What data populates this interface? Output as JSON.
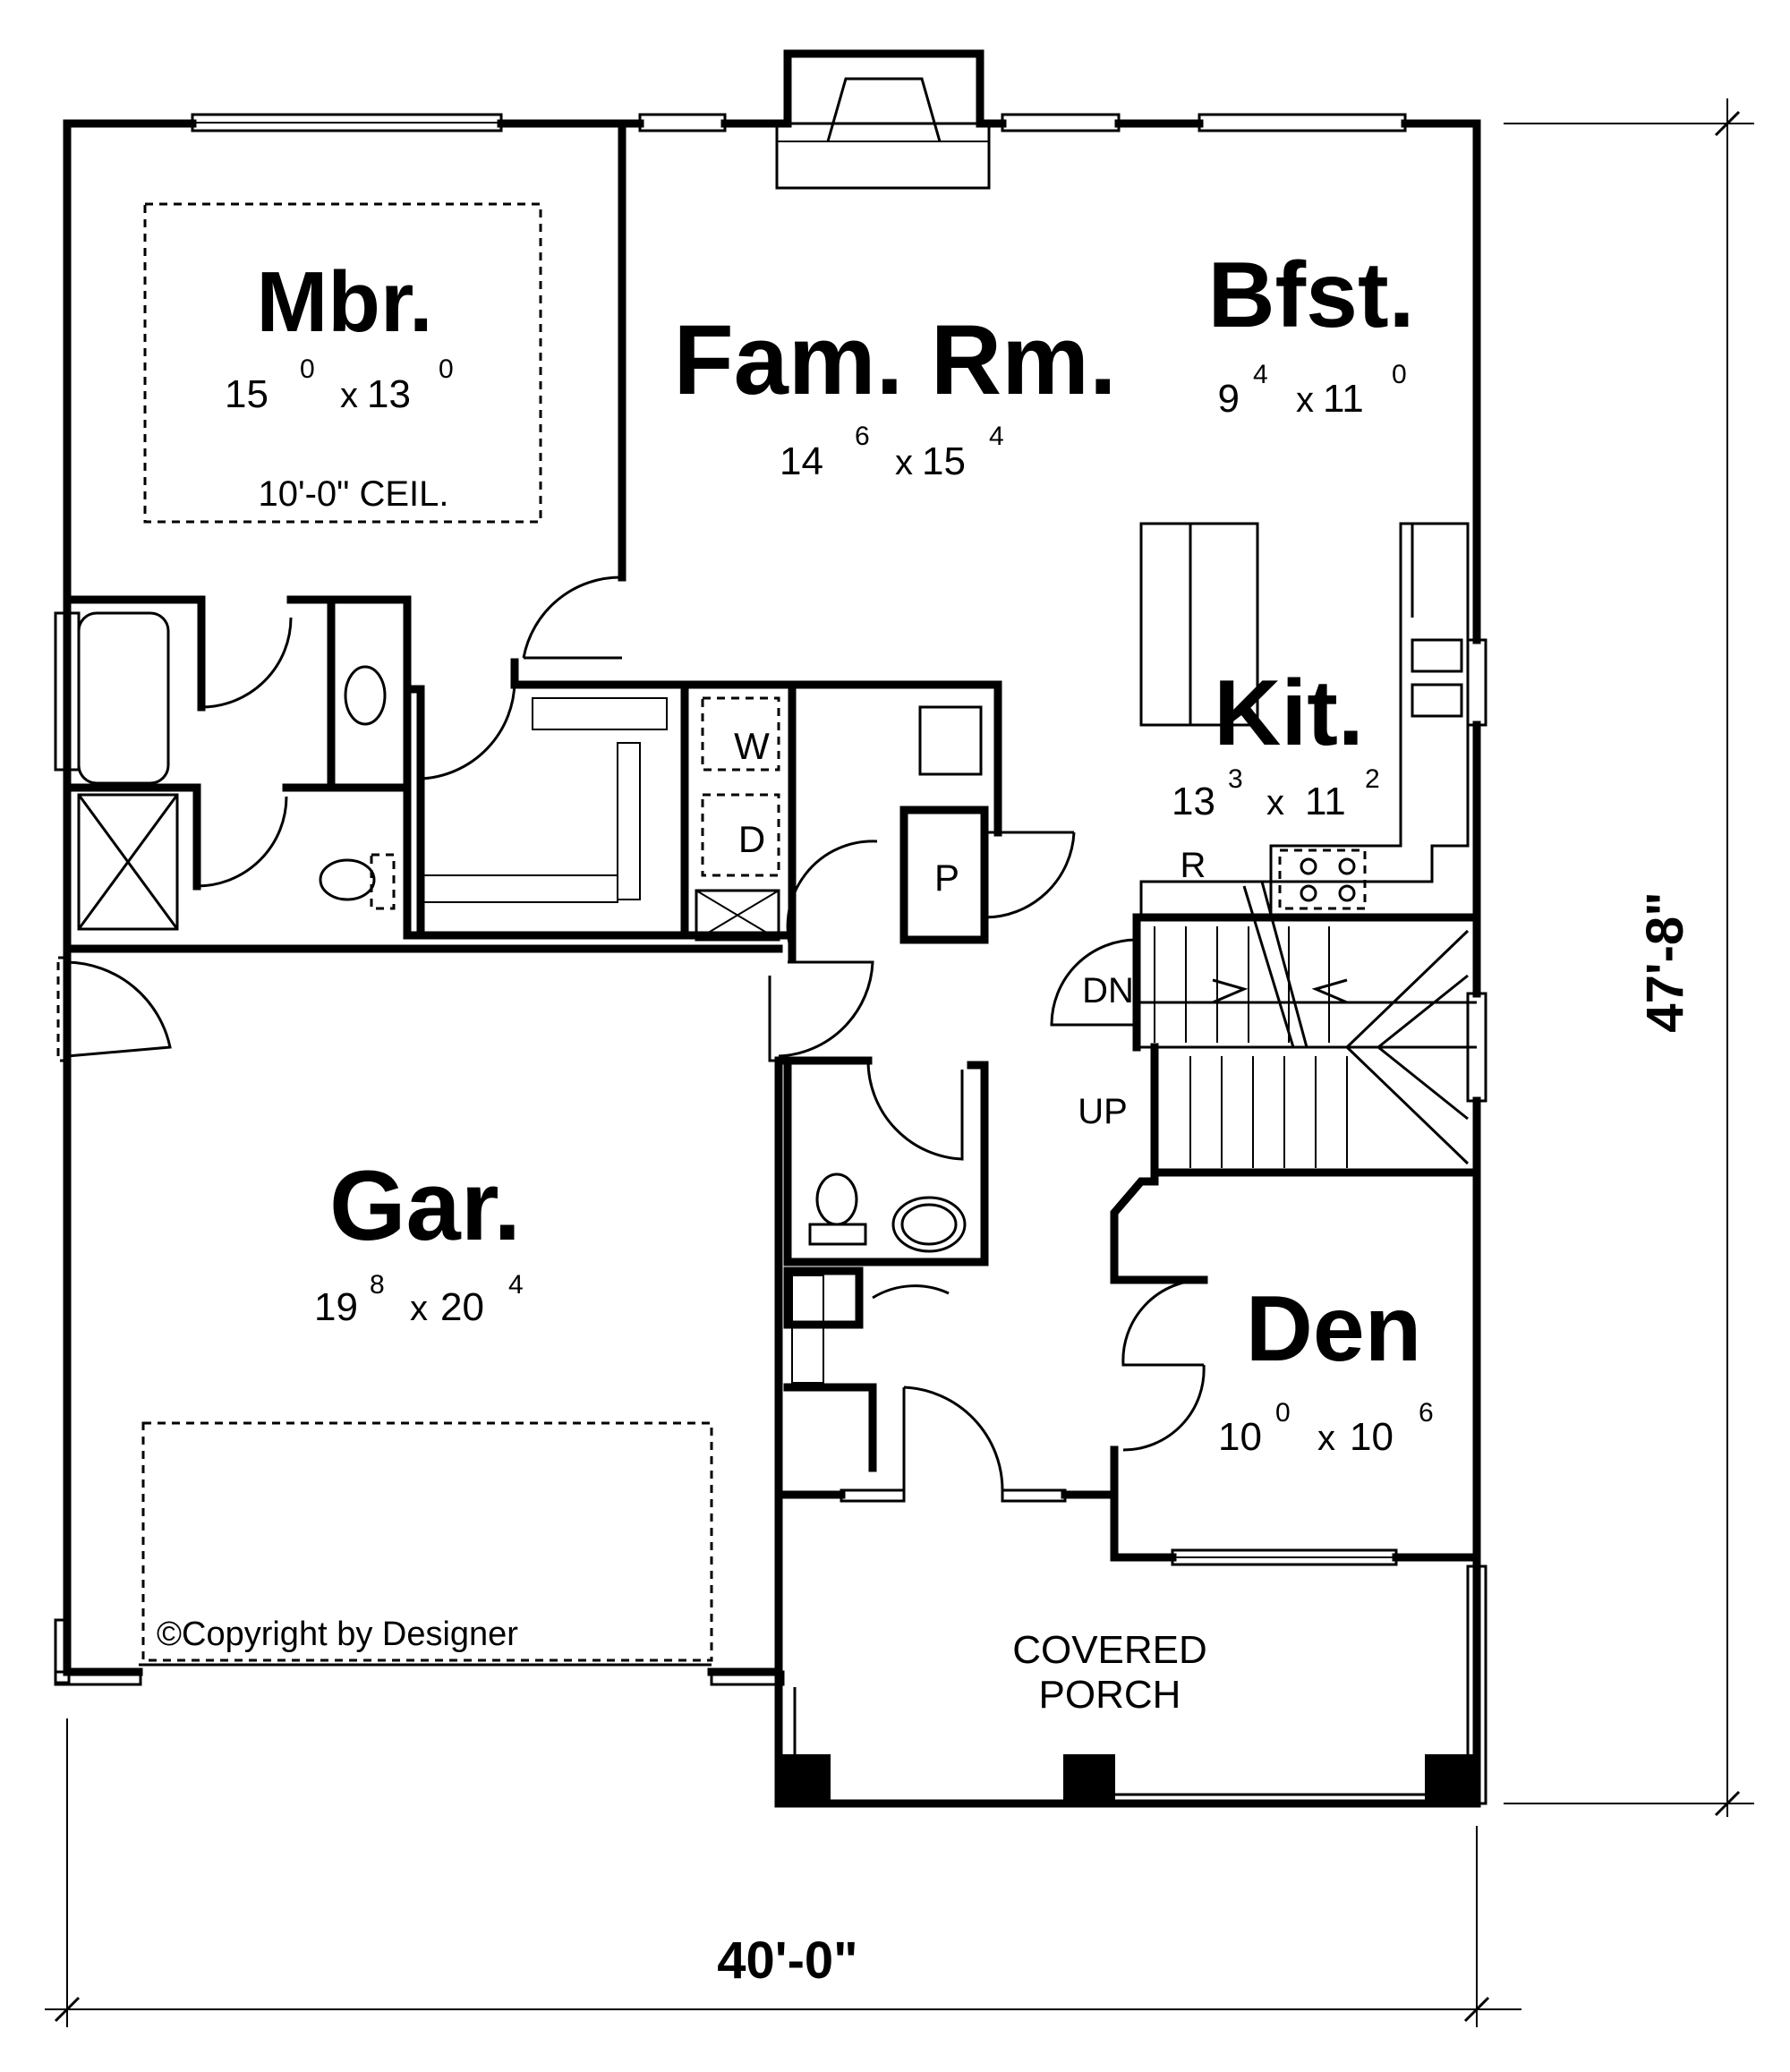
{
  "rooms": {
    "mbr": {
      "name": "Mbr.",
      "w_main": "15",
      "w_sup": "0",
      "by": "x",
      "h_main": "13",
      "h_sup": "0",
      "note": "10'-0\" CEIL."
    },
    "fam": {
      "name": "Fam. Rm.",
      "w_main": "14",
      "w_sup": "6",
      "by": "x",
      "h_main": "15",
      "h_sup": "4"
    },
    "bfst": {
      "name": "Bfst.",
      "w_main": "9",
      "w_sup": "4",
      "by": "x",
      "h_main": "11",
      "h_sup": "0"
    },
    "kit": {
      "name": "Kit.",
      "w_main": "13",
      "w_sup": "3",
      "by": "x",
      "h_main": "11",
      "h_sup": "2"
    },
    "gar": {
      "name": "Gar.",
      "w_main": "19",
      "w_sup": "8",
      "by": "x",
      "h_main": "20",
      "h_sup": "4"
    },
    "den": {
      "name": "Den",
      "w_main": "10",
      "w_sup": "0",
      "by": "x",
      "h_main": "10",
      "h_sup": "6"
    }
  },
  "porch": {
    "line1": "COVERED",
    "line2": "PORCH"
  },
  "labels": {
    "washer": "W",
    "dryer": "D",
    "pantry": "P",
    "refrigerator": "R",
    "stairs_down": "DN",
    "stairs_up": "UP"
  },
  "copyright": "©Copyright by Designer",
  "overall": {
    "width": "40'-0\"",
    "depth": "47'-8\""
  }
}
